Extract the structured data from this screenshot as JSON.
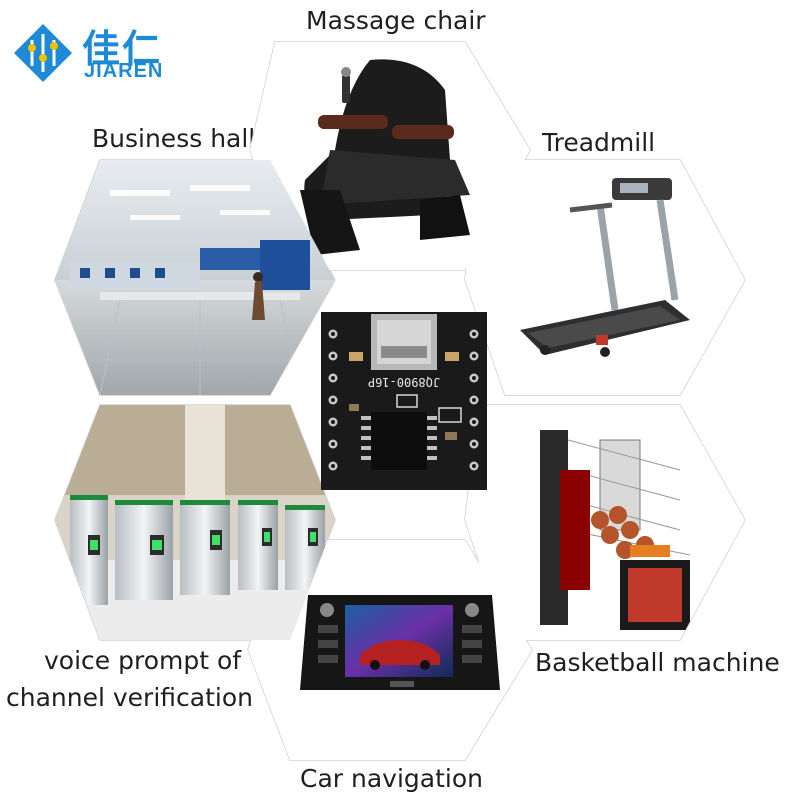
{
  "brand": {
    "name_cn": "佳仁",
    "name_en": "JIAREN",
    "color": "#1e8ad6"
  },
  "labels": {
    "massage_chair": "Massage chair",
    "business_hall": "Business hall",
    "treadmill": "Treadmill",
    "channel_line1": "voice prompt of",
    "channel_line2": "channel verification",
    "basketball": "Basketball machine",
    "car_nav": "Car navigation"
  },
  "module": {
    "silk_text": "JQ8900-16P"
  }
}
